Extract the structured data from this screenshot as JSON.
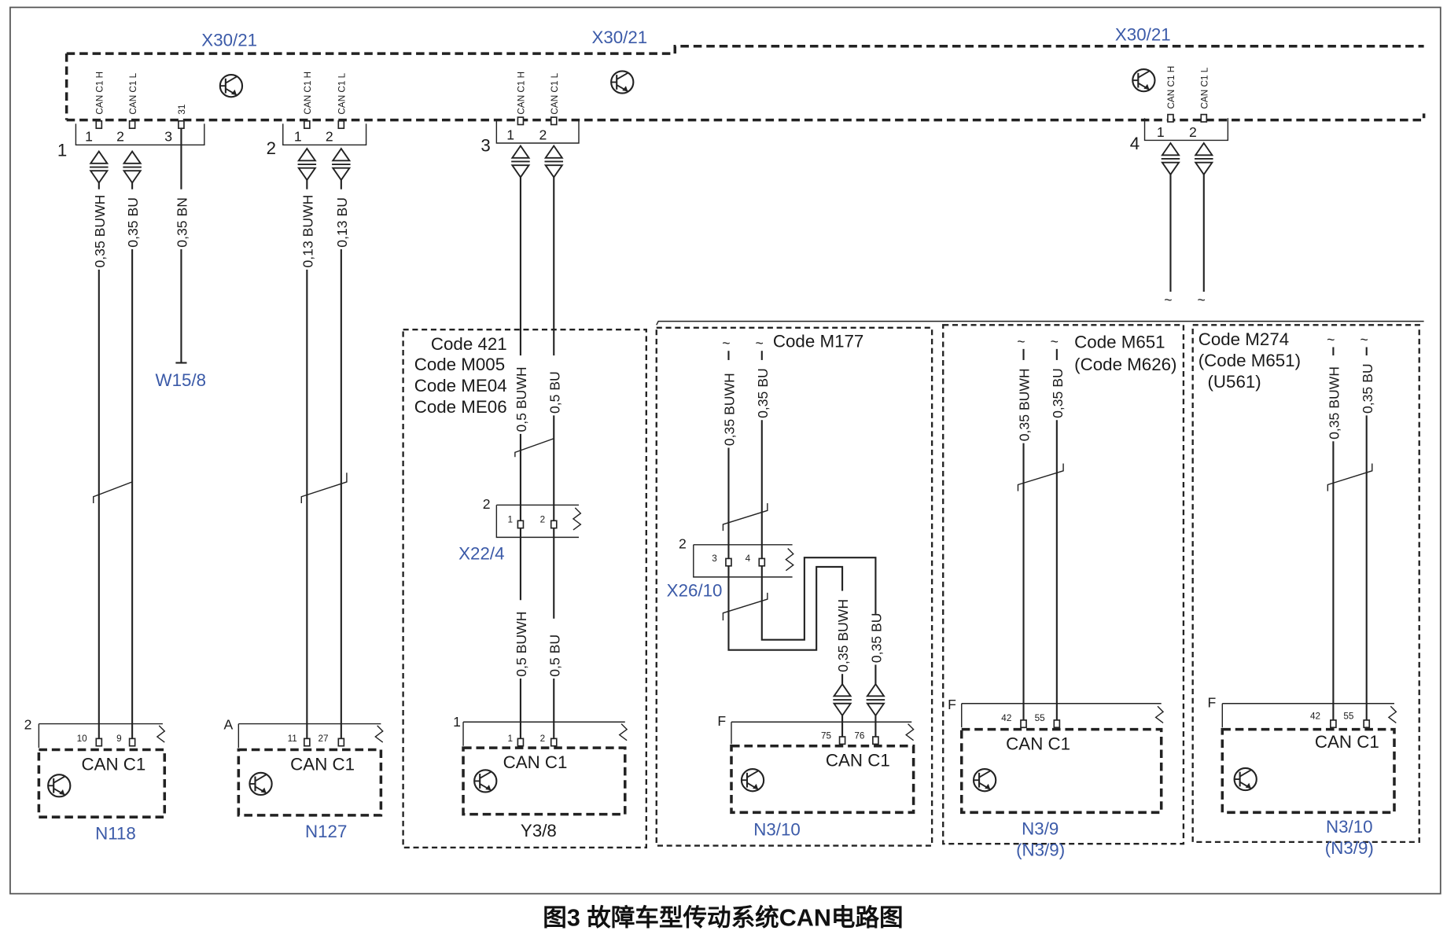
{
  "top_connector": {
    "label_left": "X30/21",
    "label_mid": "X30/21",
    "label_right": "X30/21"
  },
  "pin_labels": {
    "can_h": "CAN C1 H",
    "can_l": "CAN C1 L",
    "ground": "31"
  },
  "groups": [
    {
      "id": "1",
      "pins": [
        "1",
        "2",
        "3"
      ]
    },
    {
      "id": "2",
      "pins": [
        "1",
        "2"
      ]
    },
    {
      "id": "3",
      "pins": [
        "1",
        "2"
      ]
    },
    {
      "id": "4",
      "pins": [
        "1",
        "2"
      ]
    }
  ],
  "wires": {
    "w1": "0,35 BUWH",
    "w2": "0,35 BU",
    "w3": "0,35 BN",
    "w4": "0,13 BUWH",
    "w5": "0,13 BU",
    "w6": "0,5 BUWH",
    "w7": "0,5 BU",
    "w8": "0,5 BUWH",
    "w9": "0,5 BU",
    "w10": "0,35 BUWH",
    "w11": "0,35 BU",
    "w12": "0,35 BUWH",
    "w13": "0,35 BU",
    "w14": "0,35 BUWH",
    "w15": "0,35 BU",
    "w16": "0,35 BUWH",
    "w17": "0,35 BU"
  },
  "ground_component": "W15/8",
  "code_box_1": {
    "lines": [
      "Code 421",
      "Code M005",
      "Code ME04",
      "Code ME06"
    ]
  },
  "code_box_2": {
    "lines": [
      "Code M177"
    ]
  },
  "code_box_3": {
    "lines": [
      "Code M651",
      "(Code M626)"
    ]
  },
  "code_box_4": {
    "lines": [
      "Code M274",
      "(Code M651)",
      "(U561)"
    ]
  },
  "inline_connectors": {
    "x22": {
      "label": "X22/4",
      "num": "2",
      "pin_a": "1",
      "pin_b": "2"
    },
    "x26": {
      "label": "X26/10",
      "num": "2",
      "pin_a": "3",
      "pin_b": "4"
    }
  },
  "modules": [
    {
      "name": "N118",
      "num": "2",
      "pin_a": "10",
      "pin_b": "9",
      "bus": "CAN C1"
    },
    {
      "name": "N127",
      "num": "A",
      "pin_a": "11",
      "pin_b": "27",
      "bus": "CAN C1"
    },
    {
      "name": "Y3/8",
      "num": "1",
      "pin_a": "1",
      "pin_b": "2",
      "bus": "CAN C1"
    },
    {
      "name": "N3/10",
      "num": "F",
      "pin_a": "75",
      "pin_b": "76",
      "bus": "CAN C1"
    },
    {
      "name": "N3/9",
      "sub": "(N3/9)",
      "num": "F",
      "pin_a": "42",
      "pin_b": "55",
      "bus": "CAN C1"
    },
    {
      "name": "N3/10",
      "sub": "(N3/9)",
      "num": "F",
      "pin_a": "42",
      "pin_b": "55",
      "bus": "CAN C1"
    }
  ],
  "caption": "图3 故障车型传动系统CAN电路图"
}
